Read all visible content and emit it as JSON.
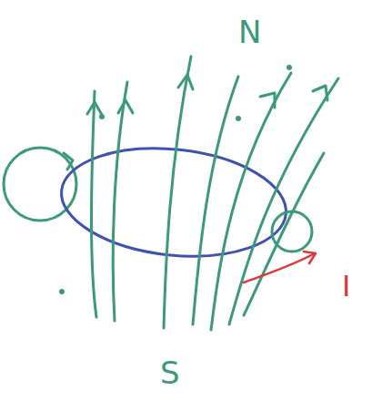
{
  "diagram": {
    "labels": [
      "N",
      "S",
      "I"
    ]
  }
}
